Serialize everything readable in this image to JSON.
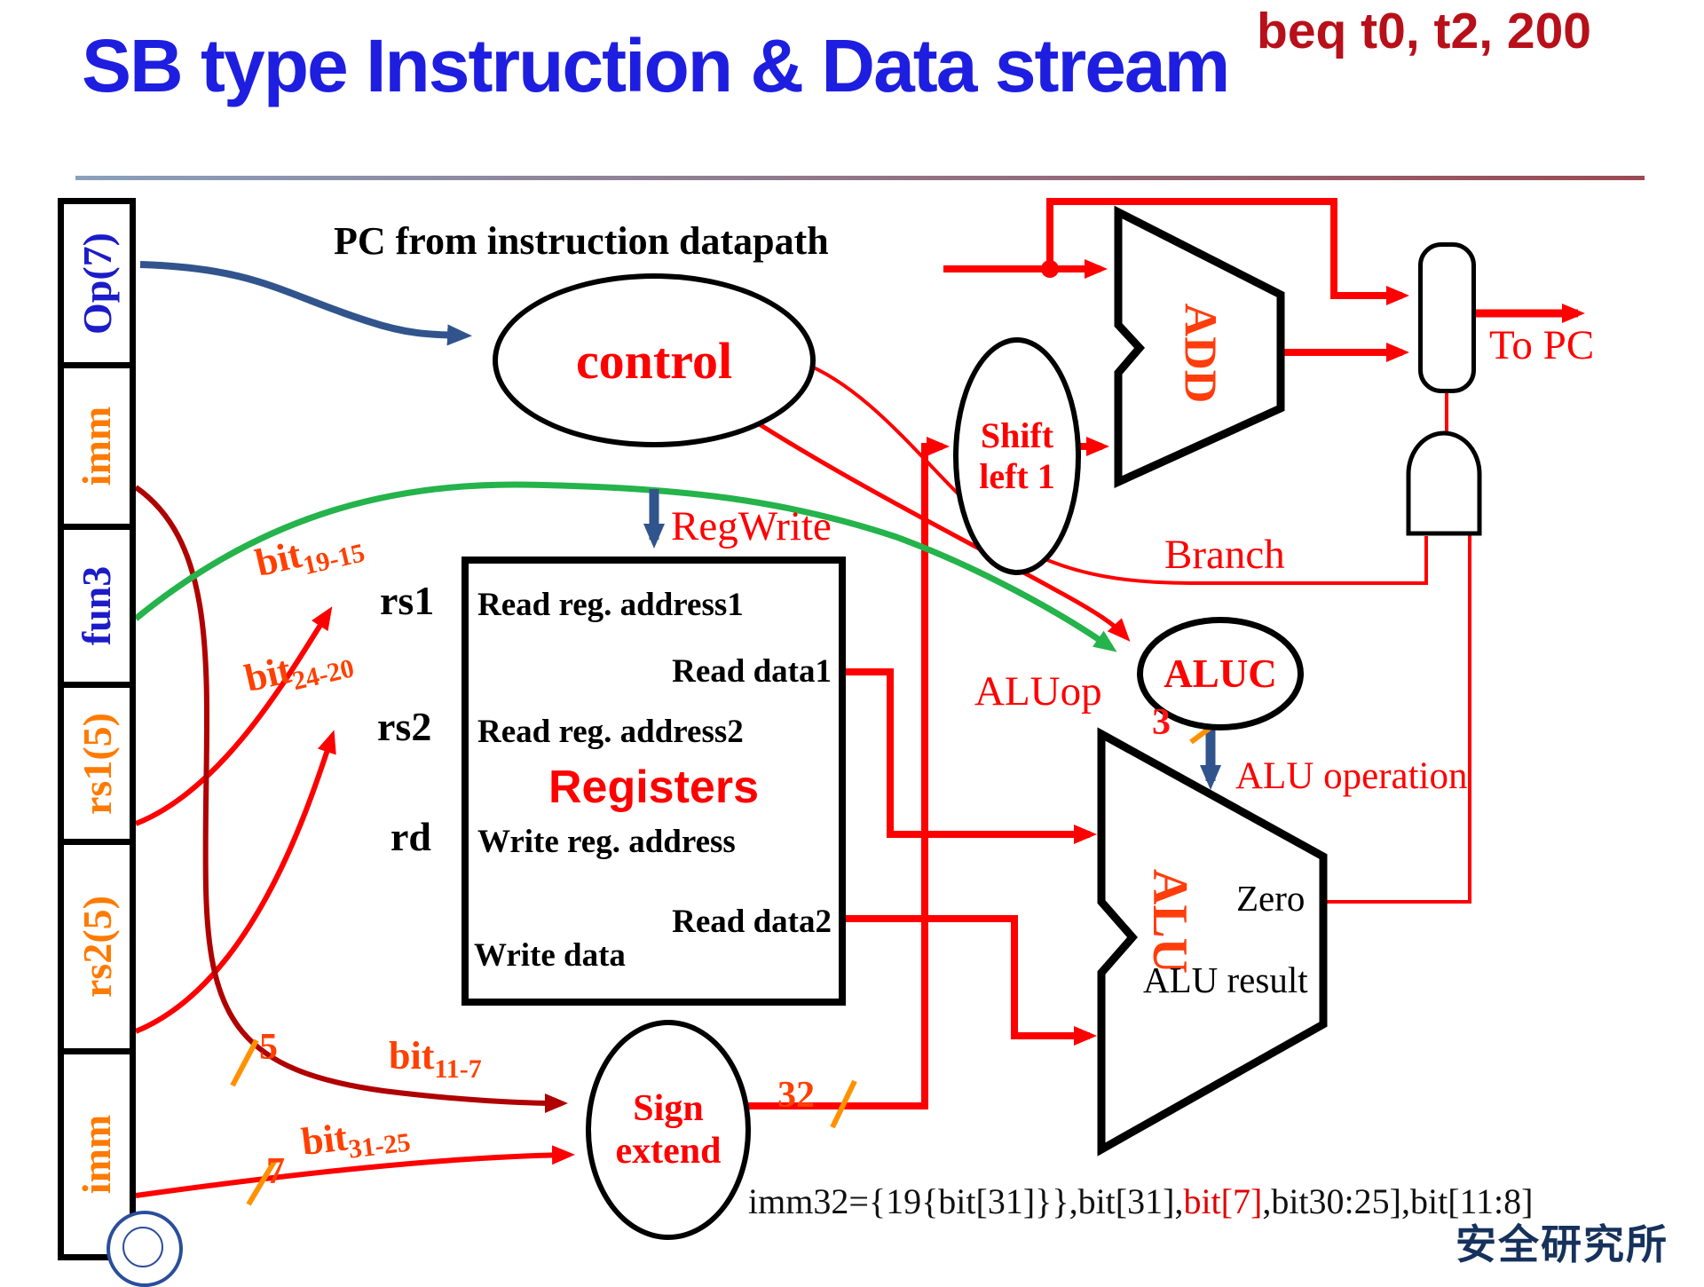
{
  "slide": {
    "title": "SB type Instruction & Data stream",
    "annotation": "beq  t0, t2,  200",
    "footer_logo_text": "安全研究所"
  },
  "instruction_fields": [
    {
      "label": "Op(7)",
      "color": "#1c1cc8"
    },
    {
      "label": "imm",
      "color": "#ff7a00"
    },
    {
      "label": "fun3",
      "color": "#1c1cc8"
    },
    {
      "label": "rs1(5)",
      "color": "#ff7a00"
    },
    {
      "label": "rs2(5)",
      "color": "#ff7a00"
    },
    {
      "label": "imm",
      "color": "#ff7a00"
    }
  ],
  "nodes": {
    "control": "control",
    "shift_left": "Shift left 1",
    "aluc": "ALUC",
    "add": "ADD",
    "alu": "ALU",
    "sign_extend": "Sign extend"
  },
  "registers": {
    "title": "Registers",
    "read_addr1": "Read reg. address1",
    "read_data1": "Read data1",
    "read_addr2": "Read reg. address2",
    "write_addr": "Write reg. address",
    "read_data2": "Read data2",
    "write_data": "Write data"
  },
  "port_labels": {
    "rs1": "rs1",
    "rs2": "rs2",
    "rd": "rd"
  },
  "taps": {
    "bit19_15": {
      "base": "bit",
      "sub": "19-15"
    },
    "bit24_20": {
      "base": "bit",
      "sub": "24-20"
    },
    "bit11_7": {
      "base": "bit",
      "sub": "11-7"
    },
    "bit31_25": {
      "base": "bit",
      "sub": "31-25"
    }
  },
  "signals": {
    "pc_from": "PC from instruction datapath",
    "reg_write": "RegWrite",
    "branch": "Branch",
    "aluop": "ALUop",
    "alu_operation": "ALU operation",
    "to_pc": "To PC",
    "zero": "Zero",
    "alu_result": "ALU result"
  },
  "bus_widths": {
    "w5": "5",
    "w7": "7",
    "w32": "32",
    "w3": "3"
  },
  "formula": {
    "pre": "imm32={19{bit[31]}},bit[31],",
    "highlight": "bit[7]",
    "post": ",bit30:25],bit[11:8]"
  },
  "colors": {
    "wire_red": "#fe0000",
    "wire_dark_red": "#b00000",
    "wire_green": "#25b34b",
    "wire_blue": "#31548c",
    "title_blue": "#1e1ee0",
    "annotation_red": "#b8101a",
    "unit_text_orange": "#ff3d0c",
    "slash_orange": "#ff9100"
  }
}
